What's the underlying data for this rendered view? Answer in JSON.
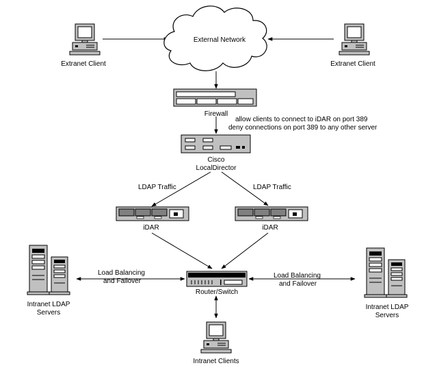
{
  "nodes": {
    "external_network": "External Network",
    "extranet_client_left": "Extranet Client",
    "extranet_client_right": "Extranet Client",
    "firewall": "Firewall",
    "firewall_note_1": "allow clients to connect to iDAR on port 389",
    "firewall_note_2": "deny connections on port 389 to any other server",
    "cisco_line1": "Cisco",
    "cisco_line2": "LocalDirector",
    "ldap_traffic_left": "LDAP Traffic",
    "ldap_traffic_right": "LDAP Traffic",
    "idar_left": "iDAR",
    "idar_right": "iDAR",
    "router": "Router/Switch",
    "lb_left_line1": "Load Balancing",
    "lb_left_line2": "and Failover",
    "lb_right_line1": "Load Balancing",
    "lb_right_line2": "and Failover",
    "servers_left_line1": "Intranet LDAP",
    "servers_left_line2": "Servers",
    "servers_right_line1": "Intranet LDAP",
    "servers_right_line2": "Servers",
    "intranet_clients": "Intranet Clients"
  },
  "icons": [
    "desktop-computer-icon",
    "cloud-icon",
    "firewall-icon",
    "load-balancer-icon",
    "server-rack-icon",
    "router-switch-icon",
    "tower-server-icon"
  ]
}
